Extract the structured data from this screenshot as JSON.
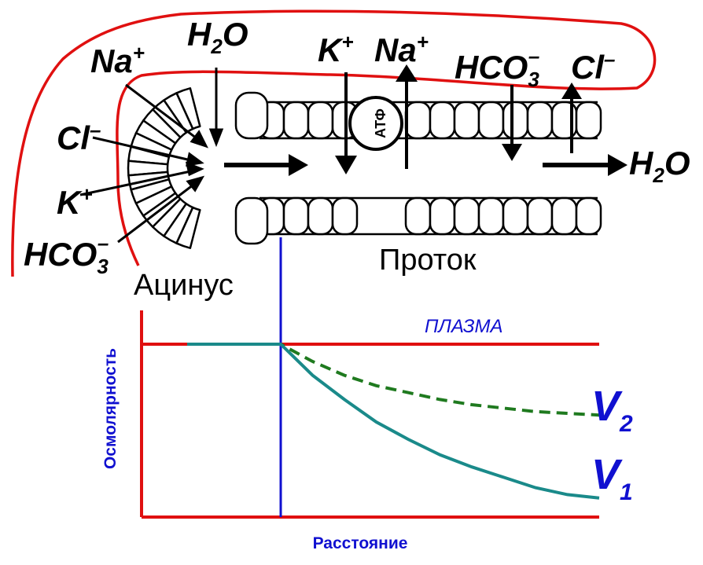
{
  "diagram": {
    "ions_acinus": {
      "na": {
        "base": "Na",
        "sup": "+"
      },
      "h2o": {
        "base": "H",
        "sub": "2",
        "tail": "O"
      },
      "cl": {
        "base": "Cl",
        "sup": "–"
      },
      "k": {
        "base": "K",
        "sup": "+"
      },
      "hco3": {
        "base": "HCO",
        "sub": "3",
        "sup": "–"
      }
    },
    "ions_duct": {
      "k": {
        "base": "K",
        "sup": "+"
      },
      "na": {
        "base": "Na",
        "sup": "+"
      },
      "hco3": {
        "base": "HCO",
        "sub": "3",
        "sup": "–"
      },
      "cl": {
        "base": "Cl",
        "sup": "–"
      },
      "h2o_out": {
        "base": "H",
        "sub": "2",
        "tail": "O"
      }
    },
    "atp_label": "АТФ",
    "acinus_label": "Ацинус",
    "duct_label": "Проток"
  },
  "chart_data": {
    "type": "line",
    "xlabel": "Расстояние",
    "ylabel": "Осмолярность",
    "plasma_label": "ПЛАЗМА",
    "plasma_level": 1.0,
    "acinus_boundary_x": 0.0,
    "xlim": [
      -0.5,
      1.0
    ],
    "ylim": [
      0.0,
      1.0
    ],
    "series": [
      {
        "name_base": "V",
        "name_sub": "2",
        "style": "dashed",
        "color": "#1f7a1f",
        "x": [
          -0.3,
          0.0,
          0.1,
          0.2,
          0.3,
          0.4,
          0.5,
          0.6,
          0.7,
          0.8,
          0.9,
          1.0
        ],
        "y": [
          1.0,
          1.0,
          0.9,
          0.82,
          0.76,
          0.72,
          0.68,
          0.65,
          0.63,
          0.61,
          0.6,
          0.59
        ]
      },
      {
        "name_base": "V",
        "name_sub": "1",
        "style": "solid",
        "color": "#1a8a8a",
        "x": [
          -0.3,
          0.0,
          0.1,
          0.2,
          0.3,
          0.4,
          0.5,
          0.6,
          0.7,
          0.8,
          0.9,
          1.0
        ],
        "y": [
          1.0,
          1.0,
          0.82,
          0.68,
          0.55,
          0.45,
          0.36,
          0.29,
          0.23,
          0.17,
          0.13,
          0.11
        ]
      }
    ],
    "colors": {
      "axis": "#e01010",
      "boundary": "#1010d0",
      "outline": "#e01010"
    }
  }
}
